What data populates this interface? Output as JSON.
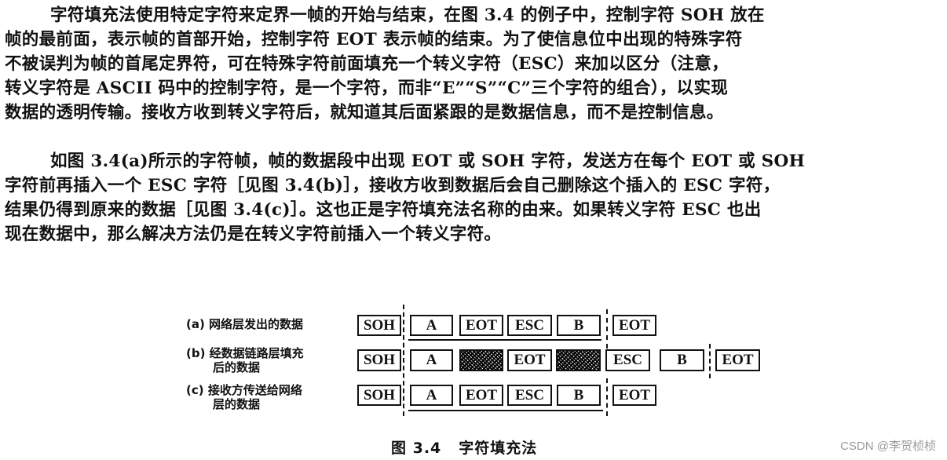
{
  "paragraphs": [
    {
      "lines": [
        "字符填充法使用特定字符来定界一帧的开始与结束，在图 3.4 的例子中，控制字符 SOH 放在",
        "帧的最前面，表示帧的首部开始，控制字符 EOT 表示帧的结束。为了使信息位中出现的特殊字符",
        "不被误判为帧的首尾定界符，可在特殊字符前面填充一个转义字符（ESC）来加以区分（注意，",
        "转义字符是 ASCII 码中的控制字符，是一个字符，而非“E”“S”“C”三个字符的组合），以实现",
        "数据的透明传输。接收方收到转义字符后，就知道其后面紧跟的是数据信息，而不是控制信息。"
      ]
    },
    {
      "lines": [
        "如图 3.4(a)所示的字符帧，帧的数据段中出现 EOT 或 SOH 字符，发送方在每个 EOT 或 SOH",
        "字符前再插入一个 ESC 字符［见图 3.4(b)］，接收方收到数据后会自己删除这个插入的 ESC 字符，",
        "结果仍得到原来的数据［见图 3.4(c)］。这也正是字符填充法名称的由来。如果转义字符 ESC 也出",
        "现在数据中，那么解决方法仍是在转义字符前插入一个转义字符。"
      ]
    }
  ],
  "figure": {
    "rows": [
      {
        "label_lines": [
          "(a) 网络层发出的数据"
        ],
        "boxes": [
          "SOH",
          "A",
          "EOT",
          "ESC",
          "B",
          "EOT"
        ]
      },
      {
        "label_lines": [
          "(b) 经数据链路层填充",
          "后的数据"
        ],
        "boxes": [
          "SOH",
          "A",
          "",
          "EOT",
          "",
          "ESC",
          "B",
          "EOT"
        ]
      },
      {
        "label_lines": [
          "(c) 接收方传送给网络",
          "层的数据"
        ],
        "boxes": [
          "SOH",
          "A",
          "EOT",
          "ESC",
          "B",
          "EOT"
        ]
      }
    ],
    "caption_number": "图 3.4",
    "caption_title": "字符填充法"
  },
  "watermark": "CSDN @李贺桢桢"
}
